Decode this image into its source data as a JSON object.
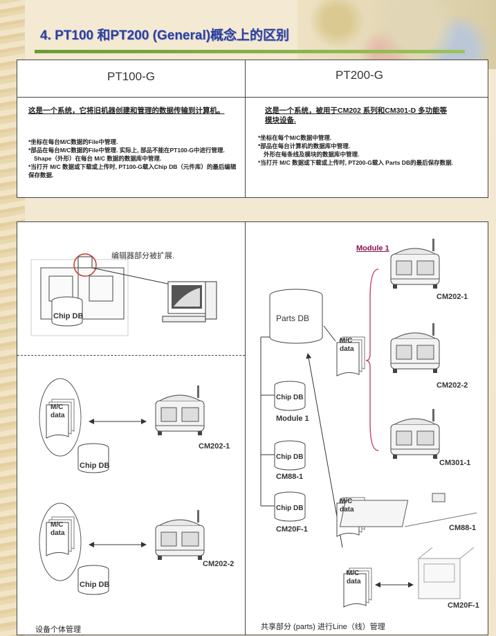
{
  "title": "4. PT100 和PT200 (General)概念上的区别",
  "table": {
    "left_header": "PT100-G",
    "right_header": "PT200-G",
    "left_summary": "这是一个系统，它将旧机器创建和管理的数据传输到计算机。",
    "left_notes": [
      "*坐标在每台M/C数据的File中管理.",
      "*部品在每台M/C数据的File中管理. 实际上, 部品不能在PT100-G中进行管理.",
      "Shape（外形）在每台 M/C 数据的数据库中管理.",
      "*当打开 M/C 数据或下载或上传时, PT100-G载入Chip DB（元件库）的最后编辑保存数据."
    ],
    "right_summary": "这是一个系统，被用于CM202 系列和CM301-D 多功能等模块设备.",
    "right_notes": [
      "*坐标在每个M/C数据中管理.",
      "*部品在每台计算机的数据库中管理.",
      "外形在每条线及模块的数据库中管理.",
      "*当打开 M/C 数据或下载或上传时, PT200-G载入 Parts DB的最后保存数据."
    ]
  },
  "diagram": {
    "editor_note": "编辑器部分被扩展.",
    "chip_db": "Chip DB",
    "mc_data": "M/C data",
    "machines_left": [
      "CM202-1",
      "CM202-2"
    ],
    "footer_left": "设备个体管理",
    "parts_db": "Parts DB",
    "module_label": "Module 1",
    "db_items": [
      {
        "db": "Chip DB",
        "name": "Module 1"
      },
      {
        "db": "Chip DB",
        "name": "CM88-1"
      },
      {
        "db": "Chip DB",
        "name": "CM20F-1"
      }
    ],
    "machines_right": [
      "CM202-1",
      "CM202-2",
      "CM301-1",
      "CM88-1",
      "CM20F-1"
    ],
    "footer_right": "共享部分 (parts) 进行Line（线）管理"
  }
}
